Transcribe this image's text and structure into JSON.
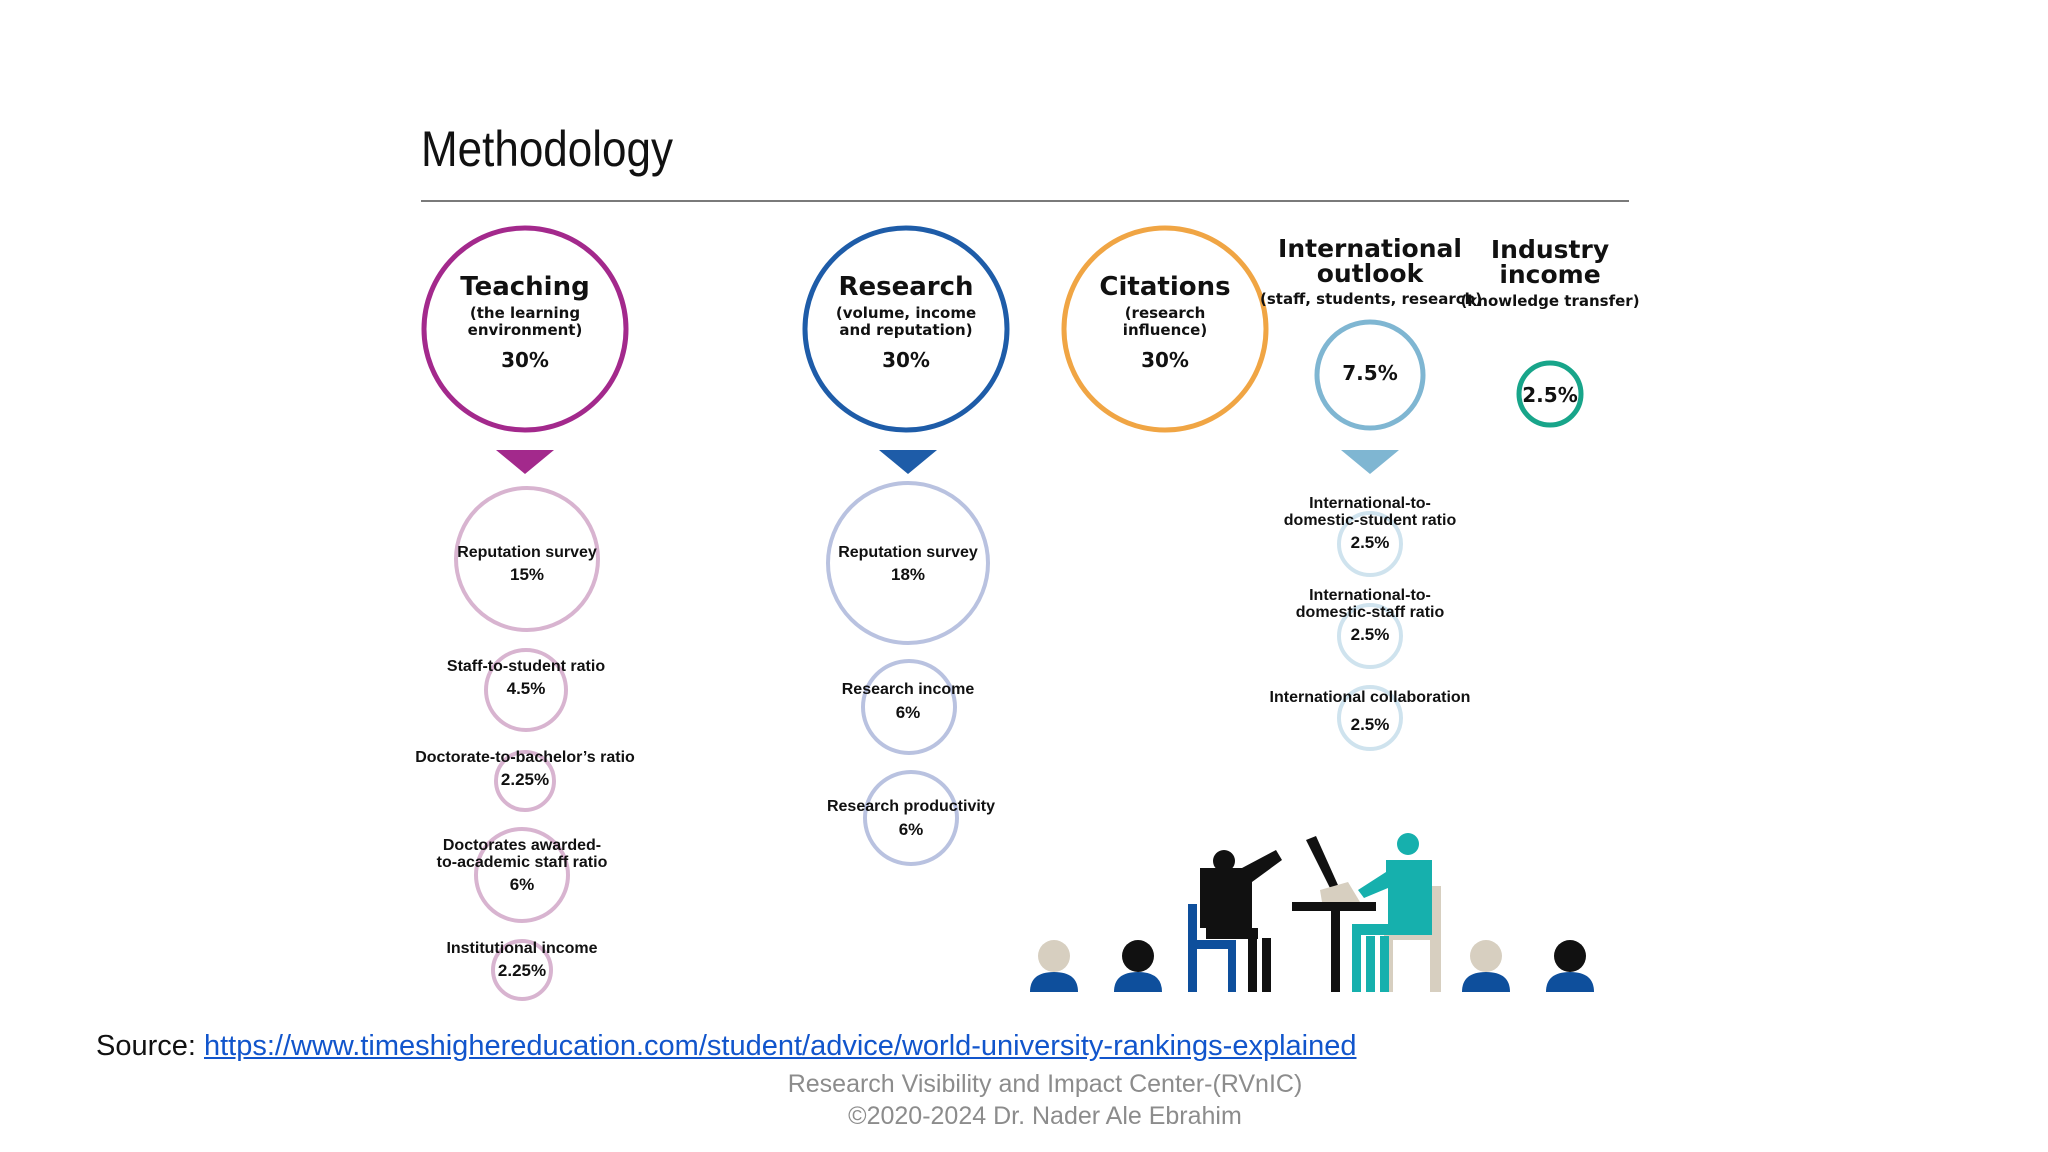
{
  "title": "Methodology",
  "colors": {
    "teaching": "#a3298c",
    "teaching_light": "#d8b4d0",
    "research": "#1e5ca8",
    "research_light": "#b9c2e0",
    "citations": "#f0a544",
    "international": "#7fb6d2",
    "international_light": "#cfe3ee",
    "industry": "#18a58a",
    "figure_black": "#111111",
    "figure_teal": "#16b0ad",
    "figure_navy": "#0e4f9c",
    "figure_beige": "#d7cfc0"
  },
  "pillars": {
    "teaching": {
      "title": "Teaching",
      "subtitle": [
        "(the learning",
        "environment)"
      ],
      "weight": "30%"
    },
    "research": {
      "title": "Research",
      "subtitle": [
        "(volume, income",
        "and reputation)"
      ],
      "weight": "30%"
    },
    "citations": {
      "title": "Citations",
      "subtitle": [
        "(research",
        "influence)"
      ],
      "weight": "30%"
    },
    "international": {
      "title": [
        "International",
        "outlook"
      ],
      "subtitle": "(staff, students, research)",
      "weight": "7.5%"
    },
    "industry": {
      "title": [
        "Industry",
        "income"
      ],
      "subtitle": "(knowledge transfer)",
      "weight": "2.5%"
    }
  },
  "teaching_metrics": [
    {
      "label": [
        "Reputation survey"
      ],
      "weight": "15%"
    },
    {
      "label": [
        "Staff-to-student ratio"
      ],
      "weight": "4.5%"
    },
    {
      "label": [
        "Doctorate-to-bachelor’s ratio"
      ],
      "weight": "2.25%"
    },
    {
      "label": [
        "Doctorates awarded-",
        "to-academic staff ratio"
      ],
      "weight": "6%"
    },
    {
      "label": [
        "Institutional income"
      ],
      "weight": "2.25%"
    }
  ],
  "research_metrics": [
    {
      "label": [
        "Reputation survey"
      ],
      "weight": "18%"
    },
    {
      "label": [
        "Research income"
      ],
      "weight": "6%"
    },
    {
      "label": [
        "Research productivity"
      ],
      "weight": "6%"
    }
  ],
  "international_metrics": [
    {
      "label": [
        "International-to-",
        "domestic-student ratio"
      ],
      "weight": "2.5%"
    },
    {
      "label": [
        "International-to-",
        "domestic-staff ratio"
      ],
      "weight": "2.5%"
    },
    {
      "label": [
        "International collaboration"
      ],
      "weight": "2.5%"
    }
  ],
  "source": {
    "prefix": "Source: ",
    "url": "https://www.timeshighereducation.com/student/advice/world-university-rankings-explained"
  },
  "footer": {
    "line1": "Research Visibility and Impact Center-(RVnIC)",
    "line2": "©2020-2024 Dr. Nader Ale Ebrahim"
  }
}
